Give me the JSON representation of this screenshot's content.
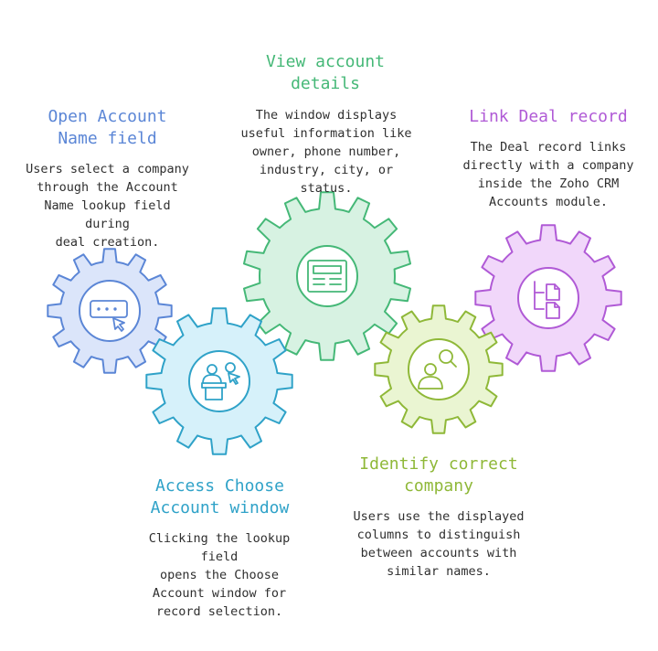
{
  "steps": [
    {
      "id": "open",
      "title": "Open Account Name field",
      "title_lines": [
        "Open Account",
        "Name field"
      ],
      "desc": "Users select a company through the Account Name lookup field during deal creation.",
      "desc_lines": [
        "Users select a company",
        "through the Account",
        "Name lookup field during",
        "deal creation."
      ],
      "icon": "text-input-cursor-icon",
      "color": "#5b86d6",
      "fill": "#dbe5fa"
    },
    {
      "id": "view",
      "title": "View account details",
      "title_lines": [
        "View account",
        "details"
      ],
      "desc": "The window displays useful information like owner, phone number, industry, city, or status.",
      "desc_lines": [
        "The window displays",
        "useful information like",
        "owner, phone number,",
        "industry, city, or status."
      ],
      "icon": "document-layout-icon",
      "color": "#45b877",
      "fill": "#d7f2e2"
    },
    {
      "id": "link",
      "title": "Link Deal record",
      "title_lines": [
        "Link Deal record"
      ],
      "desc": "The Deal record links directly with a company inside the Zoho CRM Accounts module.",
      "desc_lines": [
        "The Deal record links",
        "directly with a company",
        "inside the Zoho CRM",
        "Accounts module."
      ],
      "icon": "linked-documents-icon",
      "color": "#b05ad6",
      "fill": "#f1d7fa"
    },
    {
      "id": "access",
      "title": "Access Choose Account window",
      "title_lines": [
        "Access Choose",
        "Account window"
      ],
      "desc": "Clicking the lookup field opens the Choose Account window for record selection.",
      "desc_lines": [
        "Clicking the lookup field",
        "opens the Choose",
        "Account window for",
        "record selection."
      ],
      "icon": "presenter-selection-icon",
      "color": "#2fa2c8",
      "fill": "#d6f1fa"
    },
    {
      "id": "identify",
      "title": "Identify correct company",
      "title_lines": [
        "Identify correct",
        "company"
      ],
      "desc": "Users use the displayed columns to distinguish between accounts with similar names.",
      "desc_lines": [
        "Users use the displayed",
        "columns to distinguish",
        "between accounts with",
        "similar names."
      ],
      "icon": "user-search-icon",
      "color": "#8fb838",
      "fill": "#eaf5d2"
    }
  ]
}
